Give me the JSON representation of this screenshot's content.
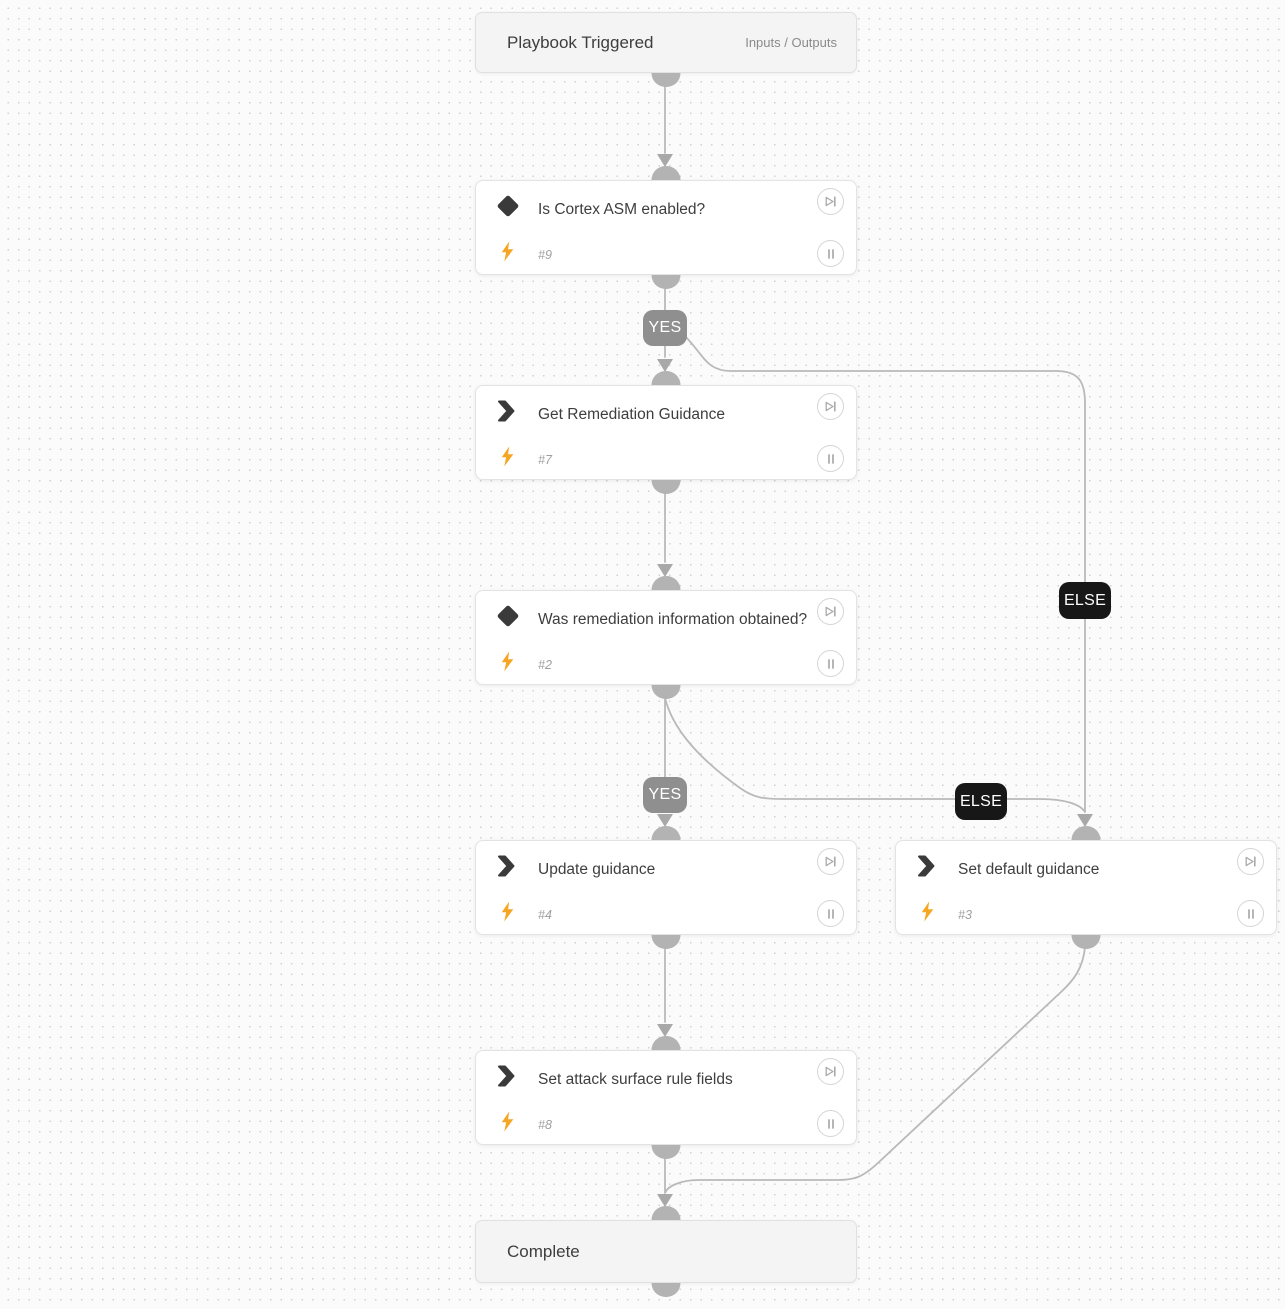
{
  "canvas": {
    "background": "#fbfbfb",
    "grid_dot_color": "#d2d2d2"
  },
  "colors": {
    "edge_line": "#b9b9b9",
    "arrowhead": "#a8a8a8",
    "connector": "#b3b3b3",
    "yes_badge_bg": "#8f8f8f",
    "else_badge_bg": "#171717",
    "task_icon": "#3a3a3a",
    "lightning_bolt": "#f5a623",
    "title_text": "#3e3e3e",
    "task_number_text": "#9f9f9f"
  },
  "icons": {
    "condition": "diamond-icon",
    "task": "chevron-right-icon",
    "quiet_mode": "lightning-bolt-icon",
    "skip_task": "skip-to-end-icon",
    "pause_task": "pause-icon"
  },
  "nodes": {
    "playbook_triggered": {
      "title": "Playbook Triggered",
      "link_label": "Inputs / Outputs"
    },
    "is_cortex_asm_enabled": {
      "title": "Is Cortex ASM enabled?",
      "task_number": "#9"
    },
    "get_remediation_guidance": {
      "title": "Get Remediation Guidance",
      "task_number": "#7"
    },
    "was_remediation_information_obtained": {
      "title": "Was remediation information obtained?",
      "task_number": "#2"
    },
    "update_guidance": {
      "title": "Update guidance",
      "task_number": "#4"
    },
    "set_default_guidance": {
      "title": "Set default guidance",
      "task_number": "#3"
    },
    "set_attack_surface_rule_fields": {
      "title": "Set attack surface rule fields",
      "task_number": "#8"
    },
    "complete": {
      "title": "Complete"
    }
  },
  "edge_labels": {
    "asm_yes": "YES",
    "asm_else": "ELSE",
    "remediation_yes": "YES",
    "remediation_else": "ELSE"
  }
}
